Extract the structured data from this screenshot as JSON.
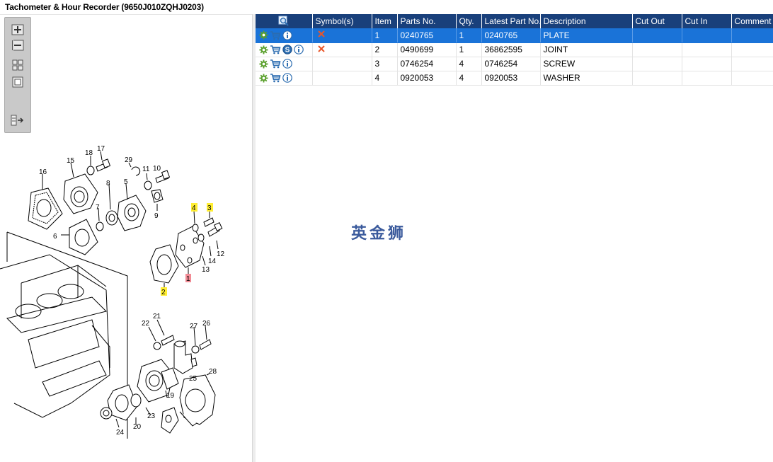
{
  "window": {
    "title": "Tachometer & Hour Recorder (9650J010ZQHJ0203)"
  },
  "toolbar": {
    "tools": [
      {
        "name": "zoom-in-icon"
      },
      {
        "name": "zoom-out-icon"
      },
      {
        "name": "fit-grid-icon"
      },
      {
        "name": "reset-view-icon"
      },
      {
        "name": "panel-export-icon"
      }
    ]
  },
  "diagram": {
    "callouts": [
      "1",
      "2",
      "3",
      "4",
      "5",
      "6",
      "7",
      "8",
      "9",
      "10",
      "11",
      "12",
      "13",
      "14",
      "15",
      "16",
      "17",
      "18",
      "19",
      "20",
      "21",
      "22",
      "23",
      "24",
      "25",
      "26",
      "27",
      "28",
      "29"
    ],
    "highlight_colors": {
      "yellow": "#ffee33",
      "red": "#f28b95"
    }
  },
  "table": {
    "columns": {
      "icon": "",
      "symbols": "Symbol(s)",
      "item": "Item",
      "part_no": "Parts No.",
      "qty": "Qty.",
      "latest_part_no": "Latest Part No.",
      "description": "Description",
      "cut_out": "Cut Out",
      "cut_in": "Cut In",
      "comment": "Comment"
    },
    "rows": [
      {
        "item": "1",
        "part_no": "0240765",
        "qty": "1",
        "latest_part_no": "0240765",
        "description": "PLATE",
        "cut_out": "",
        "cut_in": "",
        "comment": "",
        "selected": true,
        "has_s": false,
        "has_x": true
      },
      {
        "item": "2",
        "part_no": "0490699",
        "qty": "1",
        "latest_part_no": "36862595",
        "description": "JOINT",
        "cut_out": "",
        "cut_in": "",
        "comment": "",
        "selected": false,
        "has_s": true,
        "has_x": true
      },
      {
        "item": "3",
        "part_no": "0746254",
        "qty": "4",
        "latest_part_no": "0746254",
        "description": "SCREW",
        "cut_out": "",
        "cut_in": "",
        "comment": "",
        "selected": false,
        "has_s": false,
        "has_x": false
      },
      {
        "item": "4",
        "part_no": "0920053",
        "qty": "4",
        "latest_part_no": "0920053",
        "description": "WASHER",
        "cut_out": "",
        "cut_in": "",
        "comment": "",
        "selected": false,
        "has_s": false,
        "has_x": false
      }
    ]
  },
  "watermark": {
    "text": "英金狮"
  },
  "colors": {
    "header_bg": "#19407b",
    "selected_row": "#1a73d8",
    "gear": "#5aa02c",
    "cart": "#2b6cb0",
    "x_mark": "#e8562a"
  }
}
